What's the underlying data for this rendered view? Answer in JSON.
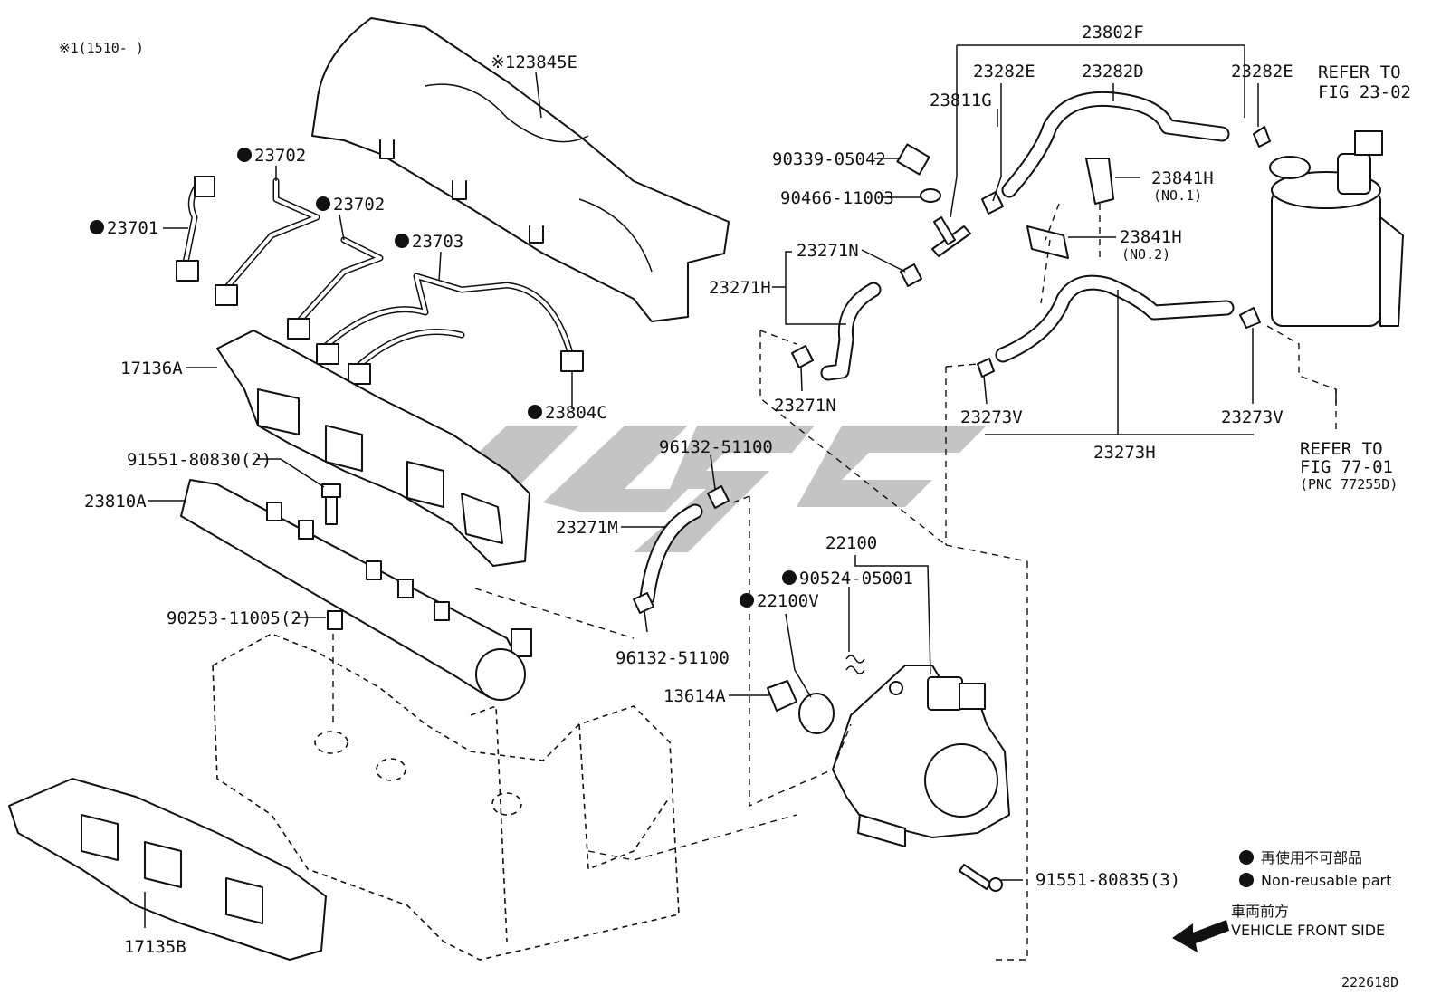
{
  "diagram": {
    "header_note": "※1(1510-     )",
    "figure_id": "222618D",
    "colors": {
      "ink": "#111111",
      "watermark": "#8a8a8a"
    }
  },
  "legend": {
    "non_reusable_jp": "再使用不可部品",
    "non_reusable_en": "Non-reusable part",
    "front_jp": "車両前方",
    "front_en": "VEHICLE FRONT SIDE",
    "marker_icon": "filled-circle-icon",
    "arrow_icon": "arrow-left-icon"
  },
  "labels": [
    {
      "id": "23845E",
      "text": "※123845E",
      "marked": false
    },
    {
      "id": "23702a",
      "text": "23702",
      "marked": true
    },
    {
      "id": "23702b",
      "text": "23702",
      "marked": true
    },
    {
      "id": "23701",
      "text": "23701",
      "marked": true
    },
    {
      "id": "23703",
      "text": "23703",
      "marked": true
    },
    {
      "id": "17136A",
      "text": "17136A",
      "marked": false
    },
    {
      "id": "23804C",
      "text": "23804C",
      "marked": true
    },
    {
      "id": "91551-80830",
      "text": "91551-80830(2)",
      "marked": false
    },
    {
      "id": "23810A",
      "text": "23810A",
      "marked": false
    },
    {
      "id": "90253-11005",
      "text": "90253-11005(2)",
      "marked": false
    },
    {
      "id": "17135B",
      "text": "17135B",
      "marked": false
    },
    {
      "id": "23802F",
      "text": "23802F",
      "marked": false
    },
    {
      "id": "23282E-a",
      "text": "23282E",
      "marked": false
    },
    {
      "id": "23282D",
      "text": "23282D",
      "marked": false
    },
    {
      "id": "23282E-b",
      "text": "23282E",
      "marked": false
    },
    {
      "id": "23811G",
      "text": "23811G",
      "marked": false
    },
    {
      "id": "90339-05042",
      "text": "90339-05042",
      "marked": false
    },
    {
      "id": "90466-11003",
      "text": "90466-11003",
      "marked": false
    },
    {
      "id": "23841H-1",
      "text": "23841H",
      "marked": false,
      "sub": "(NO.1)"
    },
    {
      "id": "23841H-2",
      "text": "23841H",
      "marked": false,
      "sub": "(NO.2)"
    },
    {
      "id": "23271N-a",
      "text": "23271N",
      "marked": false
    },
    {
      "id": "23271H",
      "text": "23271H",
      "marked": false
    },
    {
      "id": "23271N-b",
      "text": "23271N",
      "marked": false
    },
    {
      "id": "23273V-a",
      "text": "23273V",
      "marked": false
    },
    {
      "id": "23273V-b",
      "text": "23273V",
      "marked": false
    },
    {
      "id": "23273H",
      "text": "23273H",
      "marked": false
    },
    {
      "id": "96132-51100-a",
      "text": "96132-51100",
      "marked": false
    },
    {
      "id": "23271M",
      "text": "23271M",
      "marked": false
    },
    {
      "id": "96132-51100-b",
      "text": "96132-51100",
      "marked": false
    },
    {
      "id": "22100",
      "text": "22100",
      "marked": false
    },
    {
      "id": "90524-05001",
      "text": "90524-05001",
      "marked": true
    },
    {
      "id": "22100V",
      "text": "22100V",
      "marked": true
    },
    {
      "id": "13614A",
      "text": "13614A",
      "marked": false
    },
    {
      "id": "91551-80835",
      "text": "91551-80835(3)",
      "marked": false
    }
  ],
  "references": [
    {
      "id": "ref-23-02",
      "line1": "REFER TO",
      "line2": "FIG 23-02"
    },
    {
      "id": "ref-77-01",
      "line1": "REFER TO",
      "line2": "FIG 77-01",
      "line3": "(PNC 77255D)"
    }
  ]
}
